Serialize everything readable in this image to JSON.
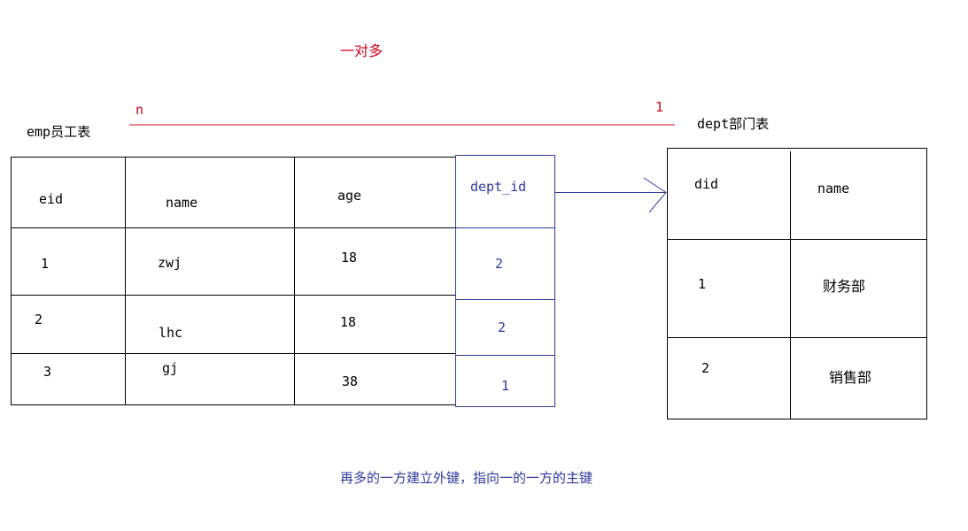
{
  "title": "一对多",
  "cardinality": {
    "many": "n",
    "one": "1"
  },
  "emp": {
    "label": "emp员工表",
    "headers": [
      "eid",
      "name",
      "age"
    ],
    "rows": [
      [
        "1",
        "zwj",
        "18"
      ],
      [
        "2",
        "lhc",
        "18"
      ],
      [
        "3",
        "gj",
        "38"
      ]
    ]
  },
  "fk": {
    "header": "dept_id",
    "values": [
      "2",
      "2",
      "1"
    ]
  },
  "dept": {
    "label": "dept部门表",
    "headers": [
      "did",
      "name"
    ],
    "rows": [
      [
        "1",
        "财务部"
      ],
      [
        "2",
        "销售部"
      ]
    ]
  },
  "note": "再多的一方建立外键，指向一的一方的主键",
  "colors": {
    "red": "#d0021b",
    "blue": "#2e3a9e",
    "black": "#000000"
  }
}
